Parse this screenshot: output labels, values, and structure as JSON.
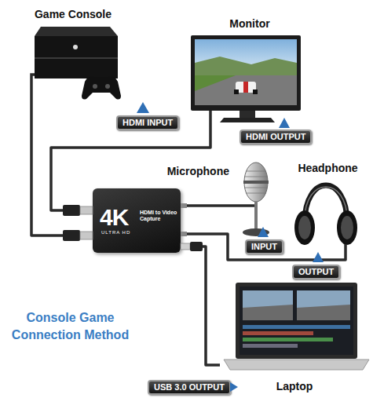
{
  "diagram": {
    "title": "Console Game Connection Method",
    "nodes": [
      {
        "text": [
          "Game Console"
        ]
      },
      {
        "text": [
          "Monitor"
        ]
      },
      {
        "text": [
          "HDMI INPUT"
        ]
      },
      {
        "text": [
          "HDMI OUTPUT"
        ]
      },
      {
        "text": [
          "Microphone"
        ]
      },
      {
        "text": [
          "Headphone"
        ]
      },
      {
        "text": [
          "4K",
          "ULTRA HD",
          "HDMI to Video Capture"
        ]
      },
      {
        "text": [
          "INPUT"
        ]
      },
      {
        "text": [
          "OUTPUT"
        ]
      },
      {
        "text": [
          "Laptop"
        ]
      },
      {
        "text": [
          "USB 3.0 OUTPUT"
        ]
      }
    ],
    "edges": [
      {
        "from": 0,
        "to": 6,
        "arrow": "none"
      },
      {
        "from": 1,
        "to": 6,
        "arrow": "none"
      },
      {
        "from": 6,
        "to": 4,
        "arrow": "none"
      },
      {
        "from": 6,
        "to": 5,
        "arrow": "none"
      },
      {
        "from": 6,
        "to": 9,
        "arrow": "none"
      }
    ]
  }
}
